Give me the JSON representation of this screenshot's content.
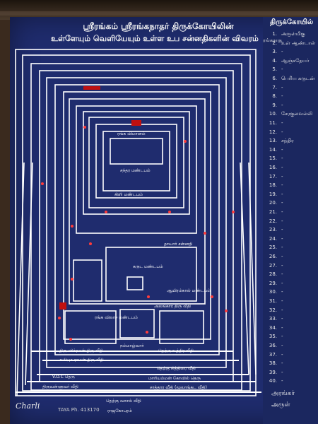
{
  "title_line1": "ஸ்ரீரங்கம் ஸ்ரீரங்கநாதர் திருக்கோயிலின்",
  "title_line2": "உள்ளேயும் வெளியேயும் உள்ள உப சன்னதிகளின் விவரம்",
  "index_title": "திருக்கோயில்",
  "index": [
    {
      "n": "1.",
      "t": "அருள்மிகு ரங்கநாத"
    },
    {
      "n": "2.",
      "t": "உள் ஆண்டாள்"
    },
    {
      "n": "3.",
      "t": "-"
    },
    {
      "n": "4.",
      "t": "ஆஞ்சநேயர்"
    },
    {
      "n": "5.",
      "t": "-"
    },
    {
      "n": "6.",
      "t": "பெரிய கருடன்"
    },
    {
      "n": "7.",
      "t": "-"
    },
    {
      "n": "8.",
      "t": "-"
    },
    {
      "n": "9.",
      "t": "-"
    },
    {
      "n": "10.",
      "t": "சேரகுலவல்லி"
    },
    {
      "n": "11.",
      "t": "-"
    },
    {
      "n": "12.",
      "t": "-"
    },
    {
      "n": "13.",
      "t": "சந்திர"
    },
    {
      "n": "14.",
      "t": "-"
    },
    {
      "n": "15.",
      "t": "-"
    },
    {
      "n": "16.",
      "t": "-"
    },
    {
      "n": "17.",
      "t": "-"
    },
    {
      "n": "18.",
      "t": "-"
    },
    {
      "n": "19.",
      "t": "-"
    },
    {
      "n": "20.",
      "t": "-"
    },
    {
      "n": "21.",
      "t": "-"
    },
    {
      "n": "22.",
      "t": "-"
    },
    {
      "n": "23.",
      "t": "-"
    },
    {
      "n": "24.",
      "t": "-"
    },
    {
      "n": "25.",
      "t": "-"
    },
    {
      "n": "26.",
      "t": "-"
    },
    {
      "n": "27.",
      "t": "-"
    },
    {
      "n": "28.",
      "t": "-"
    },
    {
      "n": "29.",
      "t": "-"
    },
    {
      "n": "30.",
      "t": "-"
    },
    {
      "n": "31.",
      "t": "-"
    },
    {
      "n": "32.",
      "t": "-"
    },
    {
      "n": "33.",
      "t": "-"
    },
    {
      "n": "34.",
      "t": "-"
    },
    {
      "n": "35.",
      "t": "-"
    },
    {
      "n": "36.",
      "t": "-"
    },
    {
      "n": "37.",
      "t": "-"
    },
    {
      "n": "38.",
      "t": "-"
    },
    {
      "n": "39.",
      "t": "-"
    },
    {
      "n": "40.",
      "t": "-"
    }
  ],
  "labels": {
    "ranga_vimanam": "ரங்க விமானம்",
    "chandra_mandapam": "சந்தர மண்டபம்",
    "kili_mandapam": "கிளி மண்டபம்",
    "garuda_mandapam": "கருட மண்டபம்",
    "alangar_veedhi": "அலங்கார திரு வீதி",
    "ranga_vilasa": "ரங்க விலாச மண்டபம்",
    "thiruvikraman_veedhi": "திரு விக்ரமன் திரு வீதி",
    "therku_uthira": "தெற்கு உத்திர வீதி",
    "kaliyuga_raman": "கலியுக ராமன் திரு வீதி",
    "therku_chithirai": "தெற்கு சித்திரை வீதி",
    "voc_street": "V.O.C தெரு",
    "thiruvalluvar": "திருவள்ளுவர் வீதி",
    "mariamman": "மாரியம்மன் கோவில் தெரு",
    "sathara_veedhi": "சாத்தார வீதி (மூலாங்கட வீதி)",
    "therku_vaasal": "தெற்கு வாசல் வீதி",
    "raja_gopuram": "ராஜகோபுரம்",
    "dhanvantri": "ஆயிரம்கால் மண்டபம்",
    "nammalvar": "நம்மாழ்வார்",
    "thayar": "தாயார் சன்னதி"
  },
  "signature": "Charli",
  "ref": "TAYA Ph. 413170",
  "foot_line1": "அரங்கர்",
  "foot_line2": "அருள்"
}
